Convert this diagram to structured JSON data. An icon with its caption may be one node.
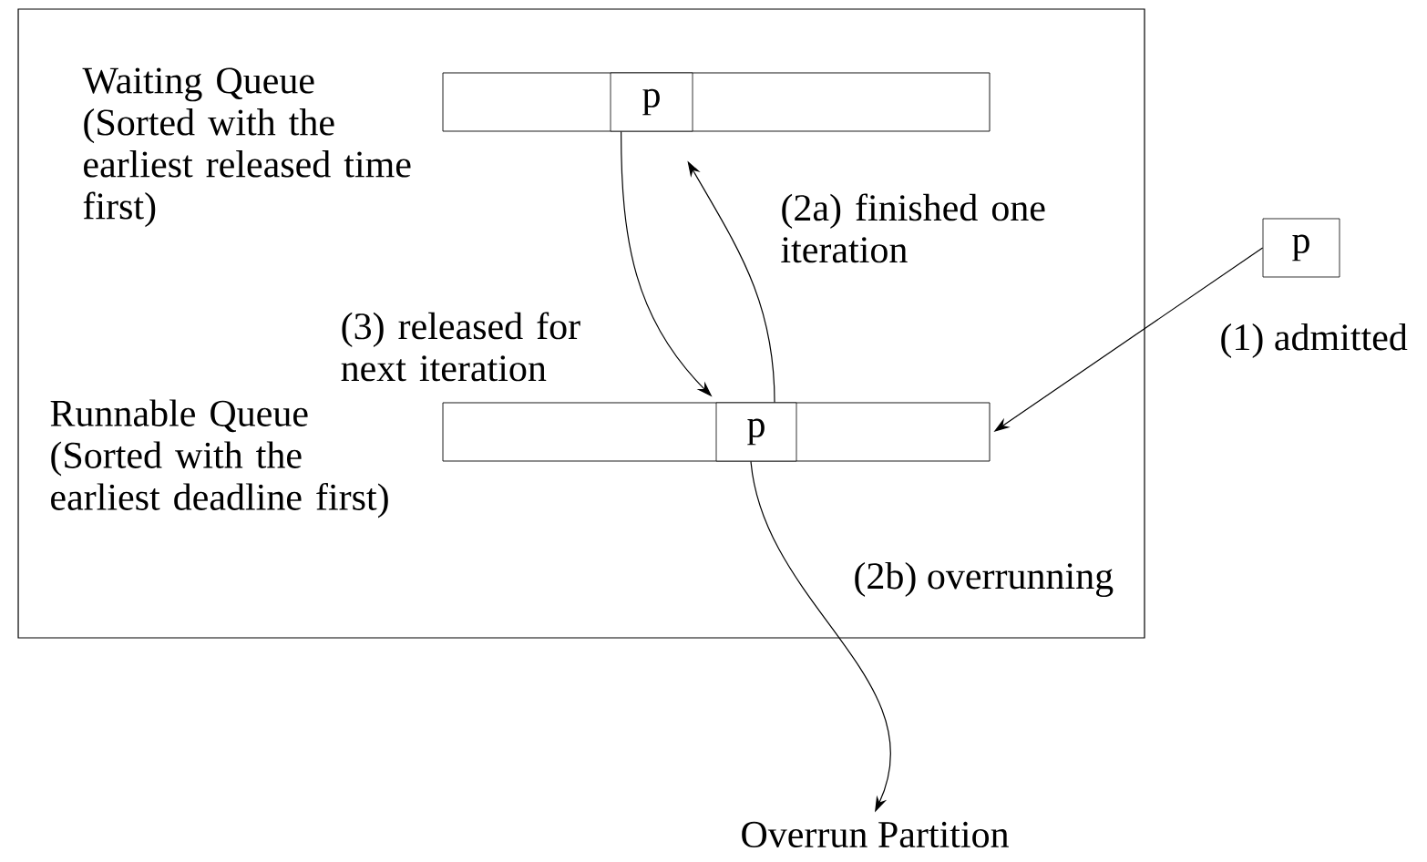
{
  "diagram": {
    "nodes": [
      {
        "text": [],
        "shape": "box"
      },
      {
        "text": [],
        "shape": "bar",
        "in": 0,
        "beside": [
          "Waiting Queue (Sorted with the earliest released time first)"
        ]
      },
      {
        "text": [
          "p"
        ],
        "in": 1
      },
      {
        "text": [],
        "shape": "bar",
        "in": 0,
        "beside": [
          "Runnable Queue (Sorted with the earliest deadline first)"
        ]
      },
      {
        "text": [
          "p"
        ],
        "in": 3
      },
      {
        "text": [
          "p"
        ]
      },
      {
        "text": [
          "Overrun Partition"
        ]
      }
    ],
    "edges": [
      {
        "from": 2,
        "to": 4,
        "arrow": "to",
        "label": "(3) released for next iteration"
      },
      {
        "from": 4,
        "to": 2,
        "arrow": "to",
        "label": "(2a) finished one iteration"
      },
      {
        "from": 5,
        "to": 3,
        "arrow": "to",
        "label": "(1) admitted"
      },
      {
        "from": 4,
        "to": 6,
        "arrow": "to",
        "label": "(2b) overrunning"
      }
    ]
  }
}
